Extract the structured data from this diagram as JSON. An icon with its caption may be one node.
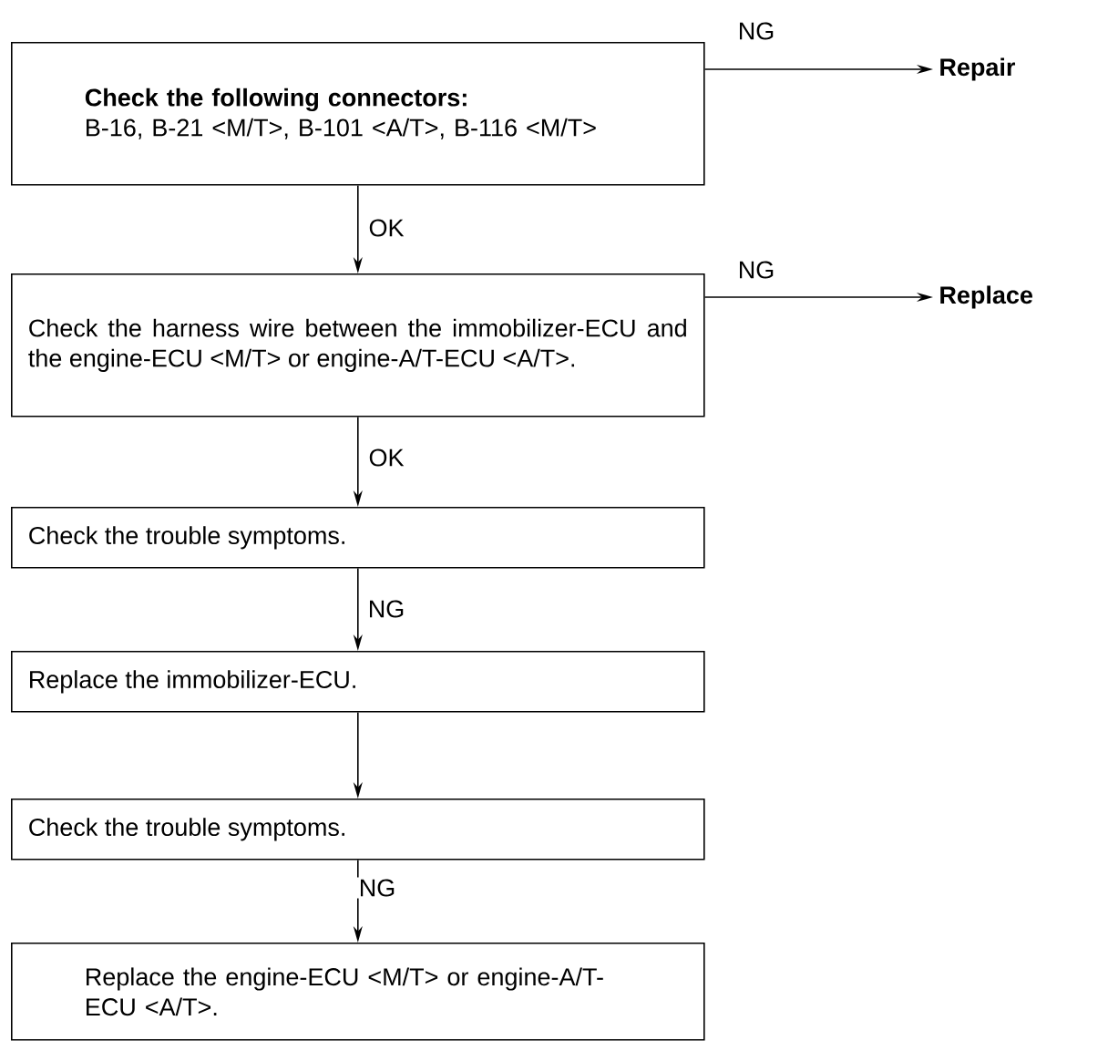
{
  "diagram": {
    "nodes": [
      {
        "text": [
          "Check the following connectors:",
          "B-16, B-21 <M/T>, B-101 <A/T>, B-116 <M/T>"
        ]
      },
      {
        "text": [
          "Repair"
        ]
      },
      {
        "text": [
          "Check the harness wire between the immobilizer-ECU and the engine-ECU <M/T> or engine-A/T-ECU <A/T>."
        ]
      },
      {
        "text": [
          "Replace"
        ]
      },
      {
        "text": [
          "Check the trouble symptoms."
        ]
      },
      {
        "text": [
          "Replace the immobilizer-ECU."
        ]
      },
      {
        "text": [
          "Check the trouble symptoms."
        ]
      },
      {
        "text": [
          "Replace the engine-ECU <M/T> or engine-A/T-ECU <A/T>."
        ]
      }
    ],
    "edges": [
      {
        "from": 0,
        "to": 1,
        "arrow": "to",
        "label": "NG"
      },
      {
        "from": 0,
        "to": 2,
        "arrow": "to",
        "label": "OK"
      },
      {
        "from": 2,
        "to": 3,
        "arrow": "to",
        "label": "NG"
      },
      {
        "from": 2,
        "to": 4,
        "arrow": "to",
        "label": "OK"
      },
      {
        "from": 4,
        "to": 5,
        "arrow": "to",
        "label": "NG"
      },
      {
        "from": 5,
        "to": 6,
        "arrow": "to"
      },
      {
        "from": 6,
        "to": 7,
        "arrow": "to",
        "label": "NG"
      }
    ]
  }
}
